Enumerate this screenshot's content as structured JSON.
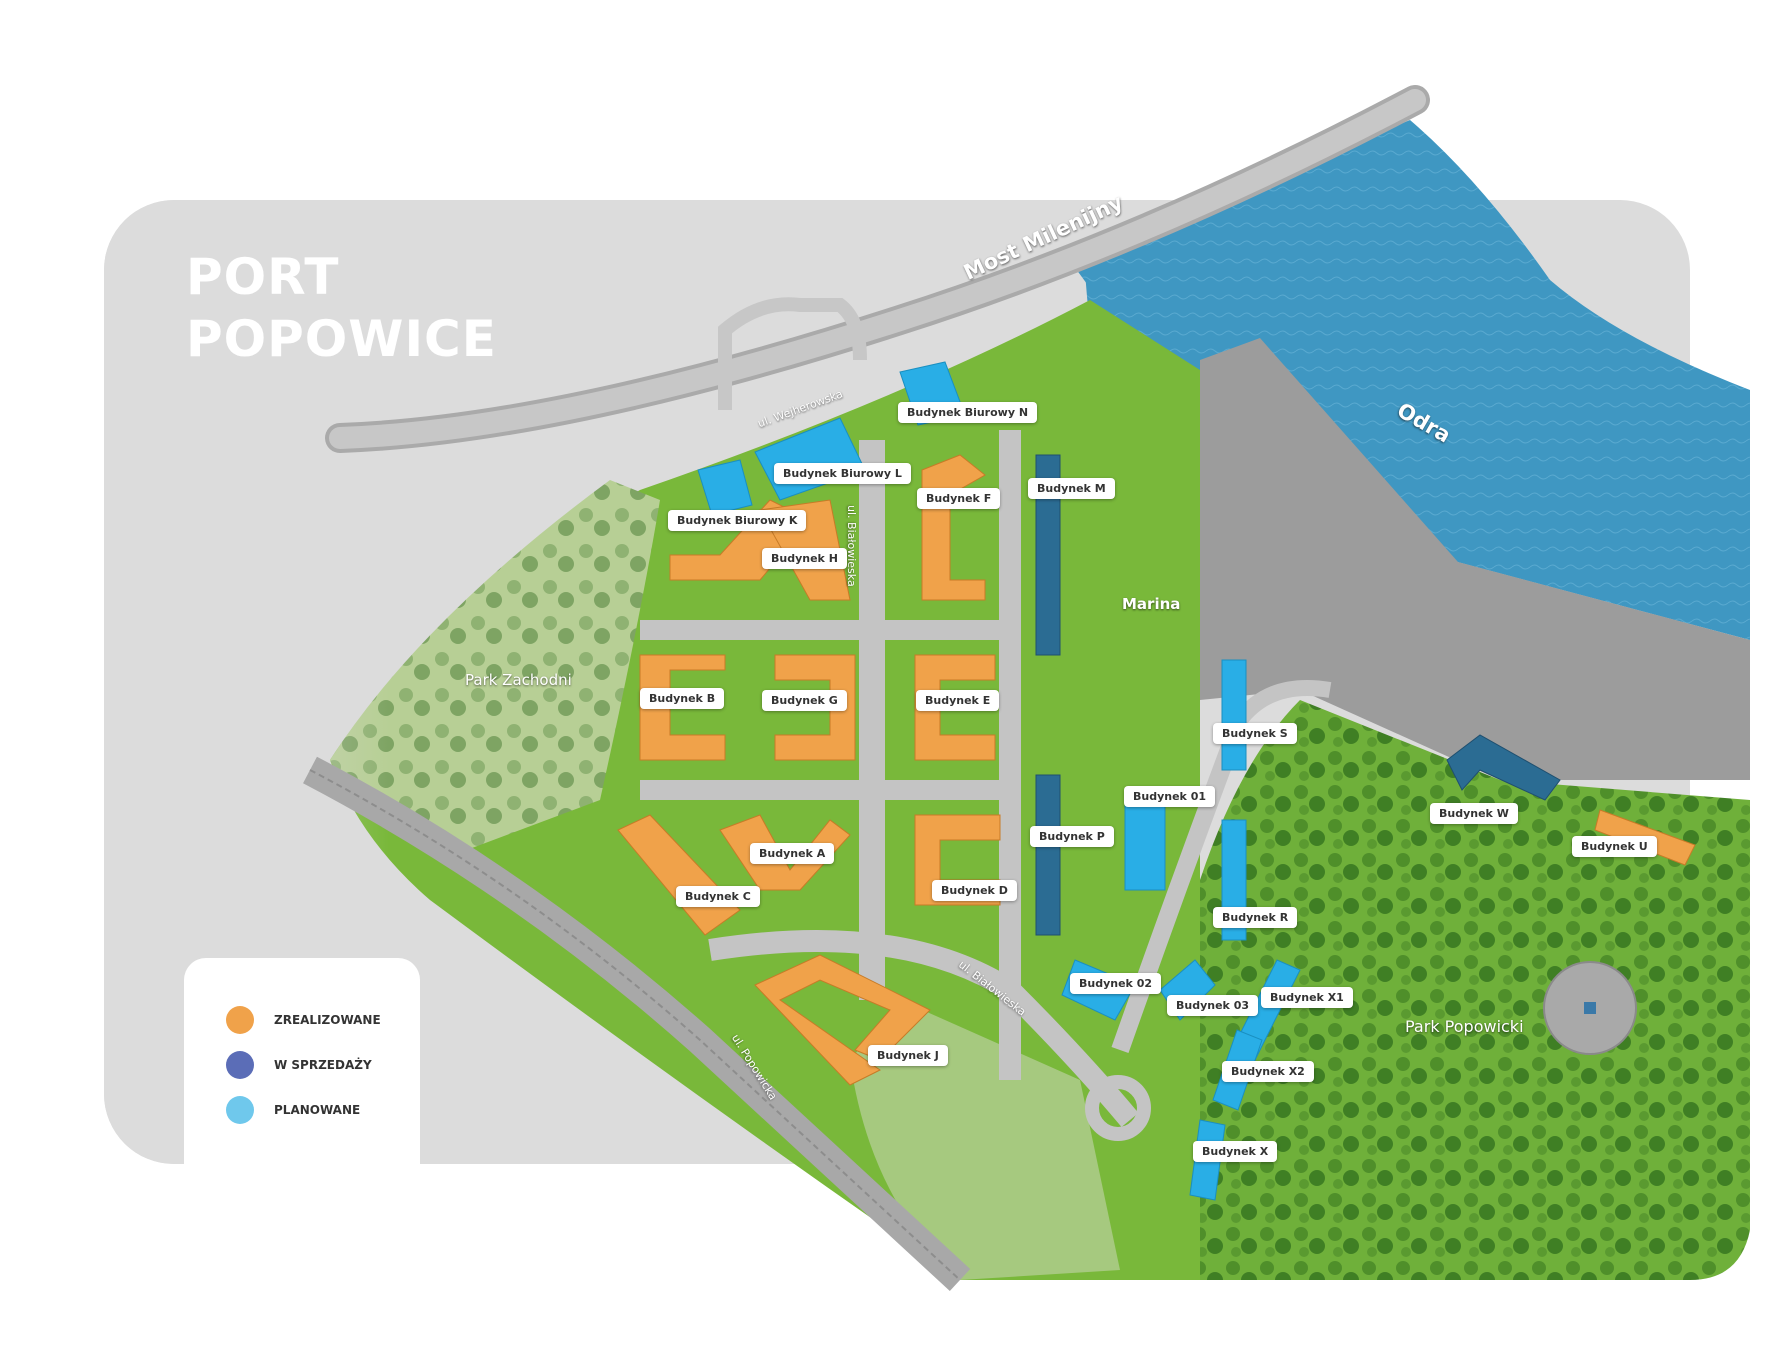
{
  "header": {
    "title_line1": "PORT",
    "title_line2": "POPOWICE"
  },
  "colors": {
    "panel": "#dcdcdc",
    "realized": "#f0a24a",
    "for_sale": "#5b6db7",
    "planned": "#6fc8ec",
    "river": "#3f97c2",
    "grass": "#7cbc3a",
    "road": "#bdbdbd"
  },
  "map_labels": {
    "bridge": "Most Milenijny",
    "river": "Odra",
    "marina": "Marina",
    "park_west": "Park Zachodni",
    "park_popowice": "Park Popowicki",
    "street_wejherowska": "ul. Wejherowska",
    "street_bialowieska_n": "ul. Białowieska",
    "street_bialowieska_s": "ul. Białowieska",
    "street_popowicka": "ul. Popowicka"
  },
  "buildings": {
    "n": "Budynek Biurowy N",
    "l": "Budynek Biurowy L",
    "k": "Budynek Biurowy K",
    "h": "Budynek H",
    "f": "Budynek F",
    "m": "Budynek M",
    "b": "Budynek B",
    "g": "Budynek G",
    "e": "Budynek E",
    "s": "Budynek S",
    "b01": "Budynek 01",
    "p": "Budynek P",
    "w": "Budynek W",
    "u": "Budynek U",
    "a": "Budynek A",
    "c": "Budynek C",
    "d": "Budynek D",
    "r": "Budynek R",
    "b02": "Budynek 02",
    "b03": "Budynek 03",
    "x1": "Budynek X1",
    "x2": "Budynek X2",
    "j": "Budynek J",
    "x": "Budynek X"
  },
  "legend": {
    "items": [
      {
        "label": "ZREALIZOWANE",
        "color": "#f0a24a"
      },
      {
        "label": "W SPRZEDAŻY",
        "color": "#5b6db7"
      },
      {
        "label": "PLANOWANE",
        "color": "#6fc8ec"
      }
    ]
  }
}
